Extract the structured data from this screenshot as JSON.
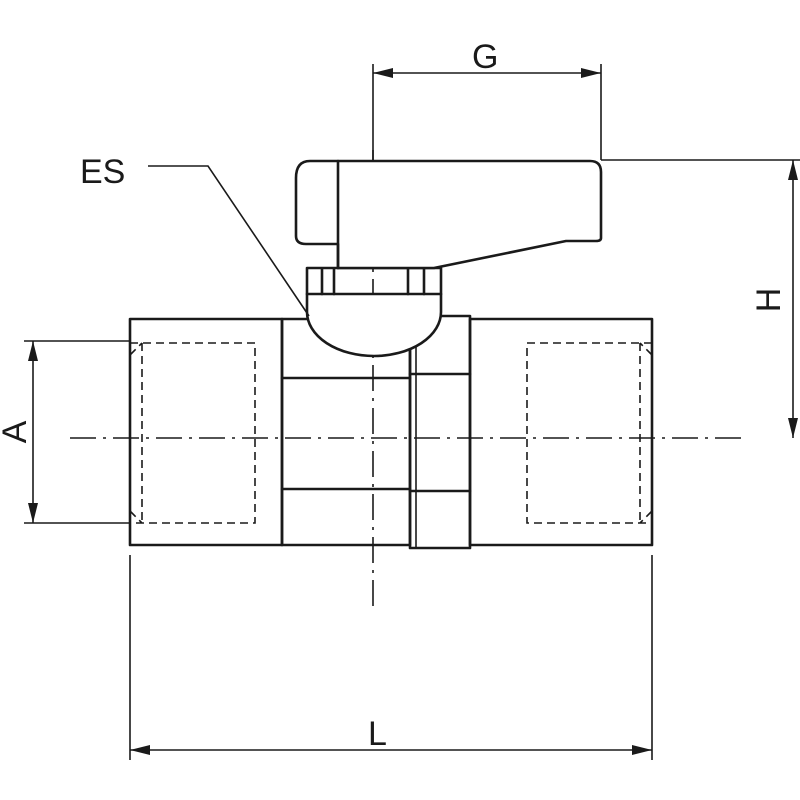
{
  "labels": {
    "G": "G",
    "ES": "ES",
    "H": "H",
    "A": "A",
    "L": "L"
  }
}
